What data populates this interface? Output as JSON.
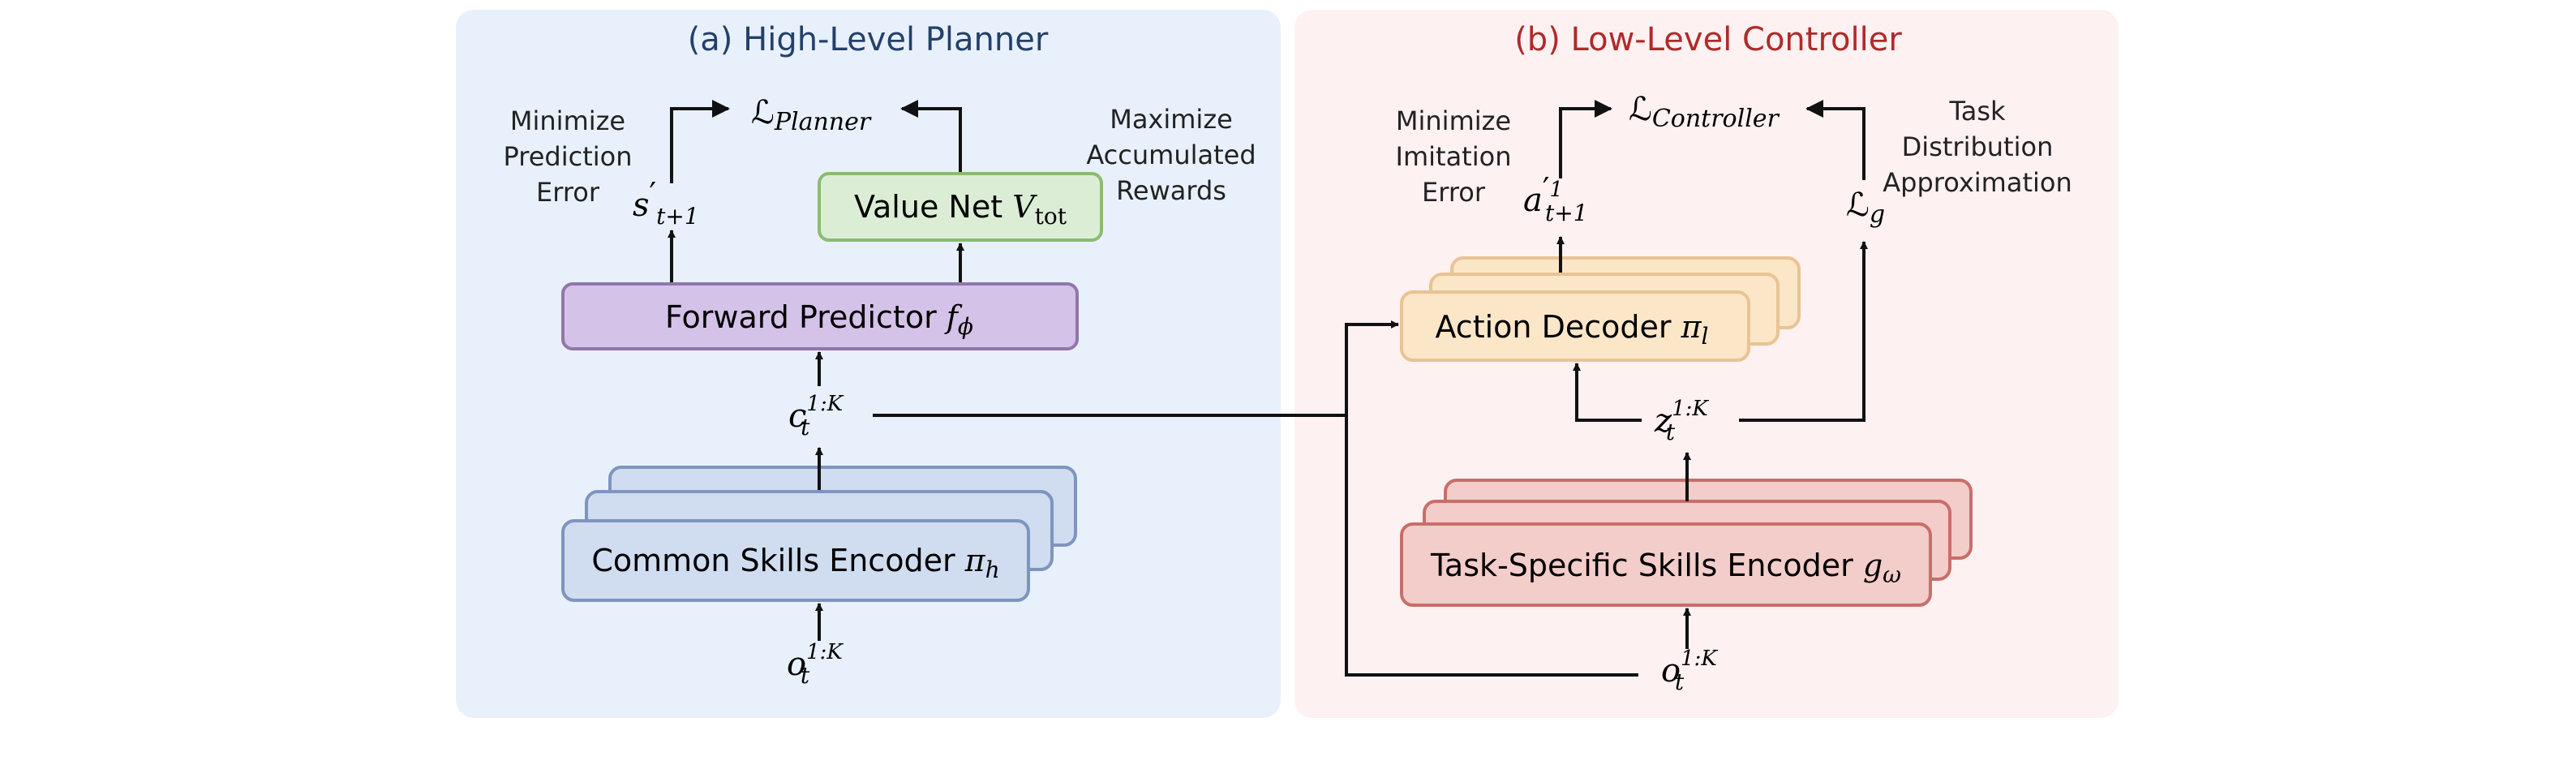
{
  "panel_a": {
    "title": "(a) High-Level Planner",
    "loss": {
      "symbol": "ℒ",
      "subscript": "Planner"
    },
    "left_note": [
      "Minimize",
      "Prediction",
      "Error"
    ],
    "right_note": [
      "Maximize",
      "Accumulated",
      "Rewards"
    ],
    "next_state": {
      "base": "s",
      "prime": "′",
      "subscript": "t+1"
    },
    "value_net": {
      "label": "Value Net ",
      "var": "V",
      "subscript": "tot"
    },
    "forward_predictor": {
      "label": "Forward Predictor ",
      "var": "f",
      "subscript": "ϕ"
    },
    "skill_vars": {
      "base": "c",
      "superscript": "1:K",
      "subscript": "t"
    },
    "encoder": {
      "label": "Common Skills Encoder ",
      "var": "π",
      "subscript": "h"
    },
    "observation": {
      "base": "o",
      "superscript": "1:K",
      "subscript": "t"
    }
  },
  "panel_b": {
    "title": "(b) Low-Level Controller",
    "loss": {
      "symbol": "ℒ",
      "subscript": "Controller"
    },
    "left_note": [
      "Minimize",
      "Imitation",
      "Error"
    ],
    "right_note": [
      "Task",
      "Distribution",
      "Approximation"
    ],
    "action": {
      "base": "a",
      "prime": "′",
      "superscript": "1",
      "subscript": "t+1"
    },
    "g_loss": {
      "symbol": "ℒ",
      "subscript": "g"
    },
    "decoder": {
      "label": "Action Decoder ",
      "var": "π",
      "subscript": "l"
    },
    "latent": {
      "base": "z",
      "superscript": "1:K",
      "subscript": "t"
    },
    "encoder": {
      "label": "Task-Specific Skills Encoder ",
      "var": "g",
      "subscript": "ω"
    },
    "observation": {
      "base": "o",
      "superscript": "1:K",
      "subscript": "t"
    }
  },
  "colors": {
    "panel_a_bg": "#e8f1fb",
    "panel_b_bg": "#fdf1f2",
    "panel_a_title": "#24406b",
    "panel_b_title": "#b02a2a",
    "value_net_fill": "#dcedd5",
    "value_net_stroke": "#8abb72",
    "forward_fill": "#d5c2e8",
    "forward_stroke": "#9276ad",
    "common_enc_fill": "#d0dcef",
    "common_enc_stroke": "#7d95bf",
    "decoder_fill": "#fce6c8",
    "decoder_stroke": "#e9c393",
    "task_enc_fill": "#f3cdca",
    "task_enc_stroke": "#c86e6a",
    "line": "#111111"
  }
}
